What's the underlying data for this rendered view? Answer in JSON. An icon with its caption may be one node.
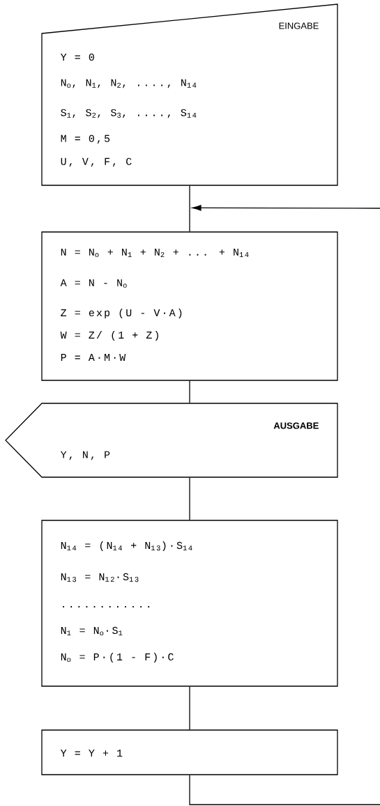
{
  "diagram": {
    "nodes": [
      {
        "text": [
          "EINGABE",
          "Y = 0",
          "N$_{o}$, N$_{1}$, N$_{2}$, ...., N$_{14}$",
          "S$_{1}$, S$_{2}$, S$_{3}$, ...., S$_{14}$",
          "M = 0,5",
          "U, V, F, C"
        ]
      },
      {
        "text": [
          "N = N$_{o}$ + N$_{1}$ + N$_{2}$ + ... + N$_{14}$",
          "A = N - N$_{o}$",
          "Z = exp (U - V·A)",
          "W = Z/ (1 + Z)",
          "P = A·M·W"
        ]
      },
      {
        "text": [
          "AUSGABE",
          "Y, N, P"
        ]
      },
      {
        "text": [
          "N$_{14}$ = (N$_{14}$ + N$_{13}$)·S$_{14}$",
          "N$_{13}$ = N$_{12}$·S$_{13}$",
          "............",
          "N$_{1}$ = N$_{o}$·S$_{1}$",
          "N$_{o}$ = P·(1 - F)·C"
        ]
      },
      {
        "text": [
          "Y = Y + 1"
        ]
      }
    ],
    "edges": [
      {
        "from": 0,
        "to": 1,
        "arrow": "none"
      },
      {
        "from": 1,
        "to": 2,
        "arrow": "none"
      },
      {
        "from": 2,
        "to": 3,
        "arrow": "none"
      },
      {
        "from": 3,
        "to": 4,
        "arrow": "none"
      },
      {
        "from": 4,
        "to": null,
        "arrow": "none"
      },
      {
        "from": null,
        "to": 1,
        "arrow": "to"
      }
    ]
  }
}
